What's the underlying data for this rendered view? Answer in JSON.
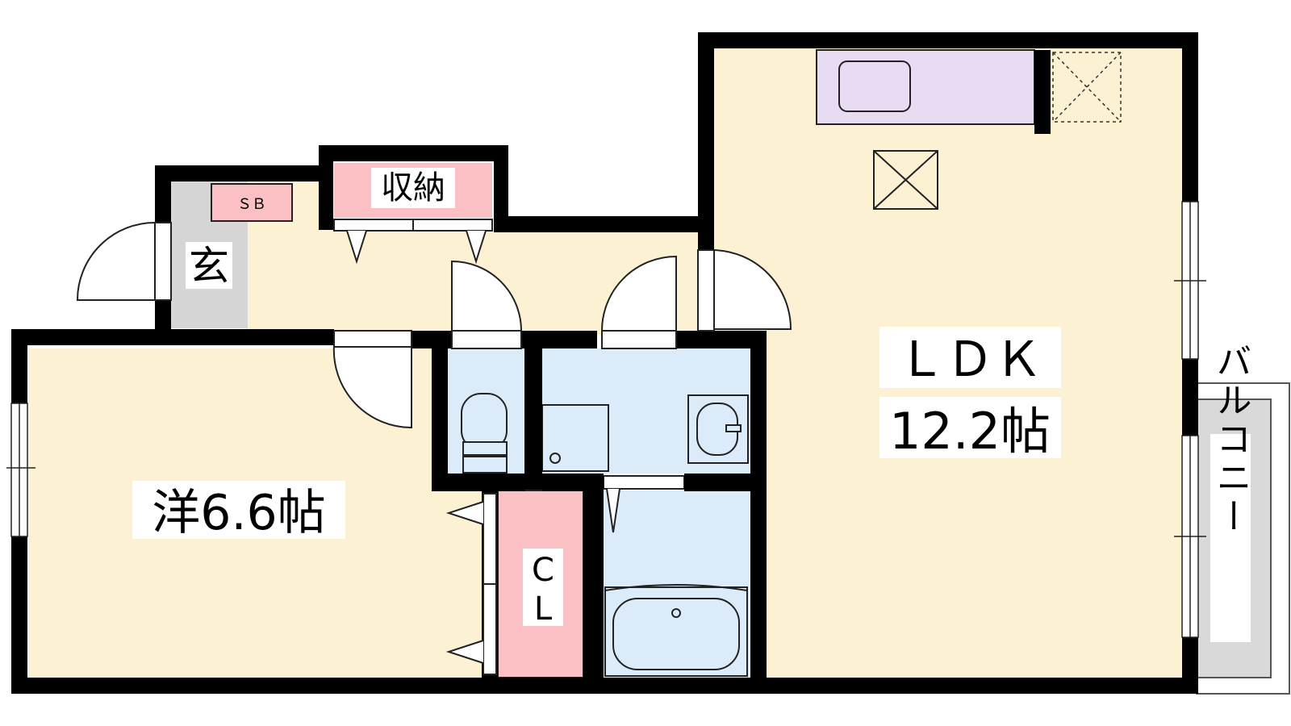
{
  "rooms": {
    "ldk_name": "ＬＤＫ",
    "ldk_size": "12.2帖",
    "western": "洋6.6帖",
    "entrance": "玄",
    "storage": "収納",
    "shoe_box": "ＳＢ",
    "closet_c": "C",
    "closet_l": "L",
    "balcony": "バルコニー"
  },
  "colors": {
    "floor": "#fdf1d3",
    "wet_area": "#dcebfa",
    "storage": "#fbc0c4",
    "kitchen": "#e8dcf5",
    "entrance": "#d6d6d6",
    "balcony": "#d9d9d9",
    "wall": "#000000"
  }
}
